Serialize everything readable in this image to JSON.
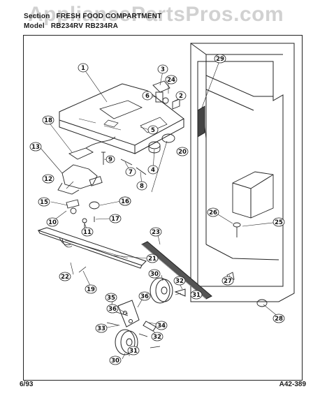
{
  "header": {
    "section_label": "Section",
    "section_value": "FRESH FOOD COMPARTMENT",
    "model_label": "Model",
    "model_value": "RB234RV   RB234RA"
  },
  "watermark": "AppliancePartsPros.com",
  "footer": {
    "date": "6/93",
    "code": "A42-389"
  },
  "callouts": [
    {
      "id": "c1",
      "text": "1"
    },
    {
      "id": "c2",
      "text": "2"
    },
    {
      "id": "c3",
      "text": "3"
    },
    {
      "id": "c4",
      "text": "4"
    },
    {
      "id": "c5",
      "text": "5"
    },
    {
      "id": "c6",
      "text": "6"
    },
    {
      "id": "c7",
      "text": "7"
    },
    {
      "id": "c8",
      "text": "8"
    },
    {
      "id": "c9",
      "text": "9"
    },
    {
      "id": "c10",
      "text": "10"
    },
    {
      "id": "c11",
      "text": "11"
    },
    {
      "id": "c12",
      "text": "12"
    },
    {
      "id": "c13",
      "text": "13"
    },
    {
      "id": "c15",
      "text": "15"
    },
    {
      "id": "c16",
      "text": "16"
    },
    {
      "id": "c17",
      "text": "17"
    },
    {
      "id": "c18",
      "text": "18"
    },
    {
      "id": "c19",
      "text": "19"
    },
    {
      "id": "c20",
      "text": "20"
    },
    {
      "id": "c21",
      "text": "21"
    },
    {
      "id": "c22",
      "text": "22"
    },
    {
      "id": "c23",
      "text": "23"
    },
    {
      "id": "c24",
      "text": "24"
    },
    {
      "id": "c25",
      "text": "25"
    },
    {
      "id": "c26",
      "text": "26"
    },
    {
      "id": "c27",
      "text": "27"
    },
    {
      "id": "c28",
      "text": "28"
    },
    {
      "id": "c29",
      "text": "29"
    },
    {
      "id": "c30a",
      "text": "30"
    },
    {
      "id": "c30b",
      "text": "30"
    },
    {
      "id": "c31a",
      "text": "31"
    },
    {
      "id": "c31b",
      "text": "31"
    },
    {
      "id": "c32a",
      "text": "32"
    },
    {
      "id": "c32b",
      "text": "32"
    },
    {
      "id": "c33",
      "text": "33"
    },
    {
      "id": "c34",
      "text": "34"
    },
    {
      "id": "c35",
      "text": "35"
    },
    {
      "id": "c36a",
      "text": "36"
    },
    {
      "id": "c36b",
      "text": "36"
    }
  ]
}
